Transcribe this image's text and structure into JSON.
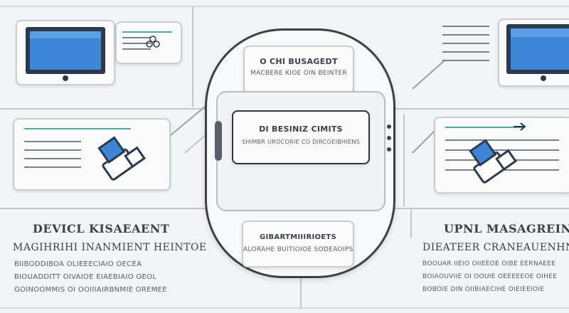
{
  "center": {
    "top_box": {
      "title": "O CHI BUSAGEDT",
      "subtitle": "MACBERE KIOE OIN BEINTER"
    },
    "mid_box": {
      "title": "DI BESINIZ CIMITS",
      "subtitle": "SHIMBR UROCORIE CO DIRCOEIBHIENS"
    },
    "bottom_box": {
      "title": "GIBARTMIIIRIOETS",
      "subtitle": "ALORAHE BUITIOIOE SODEAOIPS"
    }
  },
  "left_caption": {
    "title": "DEVICL KISAEAENT",
    "subtitle": "MAGIHRIHI INANMIENT HEINTOE",
    "rows": [
      "BIIBODDIBOA OLIEEECIAIO OECEA",
      "BIOUADDITT OIVAIOE EIAEBIAIO OEOL",
      "GOINOOMMIS OI OOIIIAIRBNMIE OREMEE"
    ]
  },
  "right_caption": {
    "title": "UPNL MASAGREIN",
    "subtitle": "DIEATEER CRANEAUENHNT",
    "rows": [
      "BOOUAR IIEIO OIIEEOE OIBE EERNAEEE",
      "BOIAOUVIIE OI OOUIE OEEEEEOE OIHEE",
      "BOBOIE DIN OIIBIAECIHE OIEIEEIOIE"
    ]
  },
  "colors": {
    "accent_blue": "#3d86d6",
    "accent_teal": "#52a8a0",
    "outline": "#2d3a4e"
  }
}
